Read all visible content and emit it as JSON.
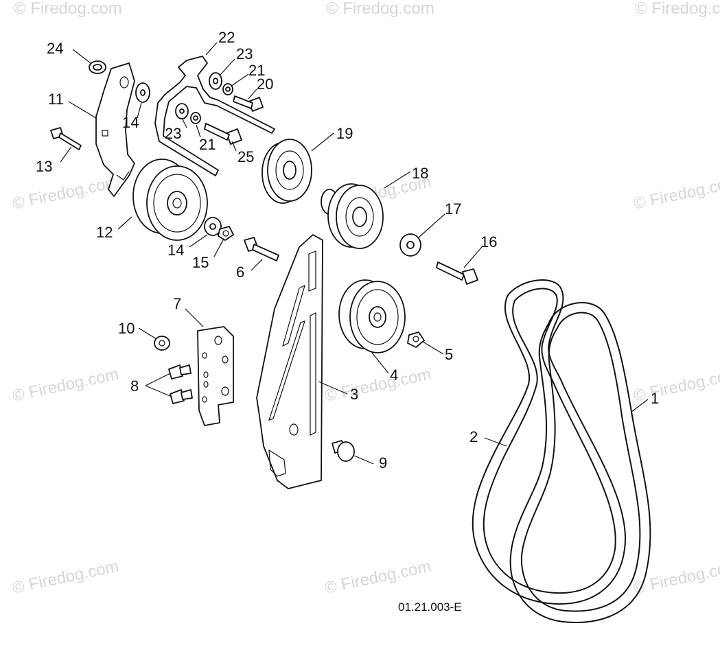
{
  "diagram": {
    "drawing_code": "01.21.003-E",
    "watermark": "© Firedog.com",
    "callouts": {
      "c1": "1",
      "c2": "2",
      "c3": "3",
      "c4": "4",
      "c5": "5",
      "c6": "6",
      "c7": "7",
      "c8": "8",
      "c9": "9",
      "c10": "10",
      "c11": "11",
      "c12": "12",
      "c13": "13",
      "c14a": "14",
      "c14b": "14",
      "c15": "15",
      "c16": "16",
      "c17": "17",
      "c18": "18",
      "c19": "19",
      "c20": "20",
      "c21a": "21",
      "c21b": "21",
      "c22": "22",
      "c23a": "23",
      "c23b": "23",
      "c24": "24",
      "c25": "25"
    }
  }
}
